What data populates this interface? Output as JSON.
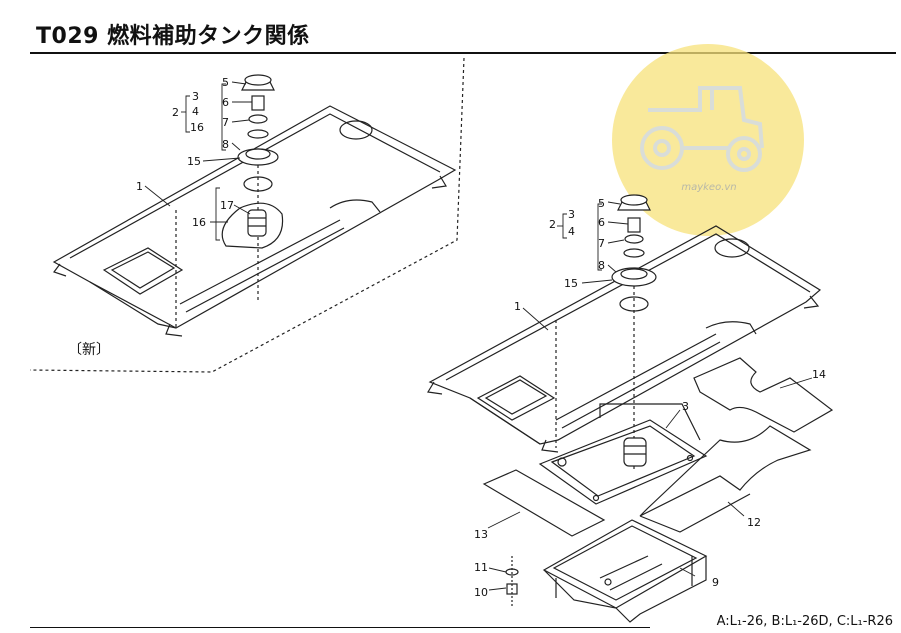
{
  "header": {
    "title": "T029  燃料補助タンク関係"
  },
  "inset": {
    "label": "〔新〕"
  },
  "watermark": {
    "caption": "maykeo.vn",
    "accent": "#f7e27a"
  },
  "footer": {
    "models": "A:L₁-26,  B:L₁-26D,  C:L₁-R26"
  },
  "callouts": {
    "left": {
      "p1": "1",
      "p2": "2",
      "p3": "3",
      "p4": "4",
      "p16a": "16",
      "p5": "5",
      "p6": "6",
      "p7": "7",
      "p8": "8",
      "p15": "15",
      "p16": "16",
      "p17": "17"
    },
    "right": {
      "p1": "1",
      "p2": "2",
      "p3": "3",
      "p4": "4",
      "p5": "5",
      "p6": "6",
      "p7": "7",
      "p8": "8",
      "p15": "15",
      "p3b": "3",
      "p9": "9",
      "p10": "10",
      "p11": "11",
      "p12": "12",
      "p13": "13",
      "p14": "14"
    }
  }
}
